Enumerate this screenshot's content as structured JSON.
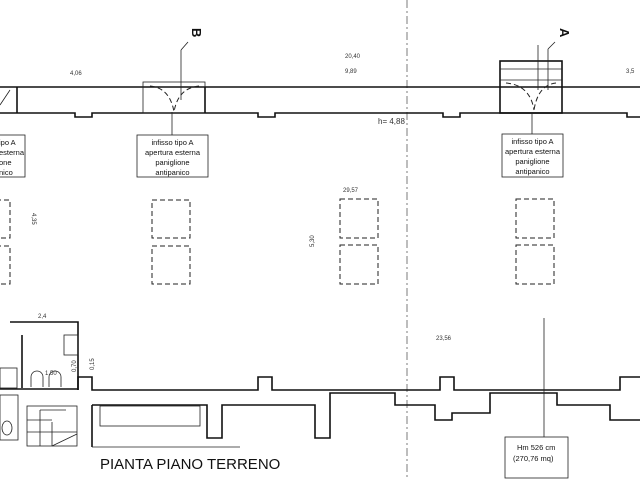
{
  "title": "PIANTA PIANO TERRENO",
  "section_markers": [
    "B",
    "A"
  ],
  "callout": {
    "left_partial": [
      "ipo A",
      "esterna",
      "one",
      "nico"
    ],
    "lines": [
      "infisso tipo A",
      "apertura esterna",
      "paniglione",
      "antipanico"
    ]
  },
  "dimensions": {
    "d1": "4,06",
    "d2": "9,89",
    "d3": "20,40",
    "d4": "3,5",
    "height": "h= 4,88",
    "d5": "29,57",
    "d6": "4,35",
    "d7": "5,30",
    "d8": "2,4",
    "d9": "0,15",
    "d10": "0,70",
    "d11": "1,50",
    "d12": "23,56"
  },
  "area_box": {
    "height": "Hm 526 cm",
    "area": "(270,76 mq)"
  }
}
